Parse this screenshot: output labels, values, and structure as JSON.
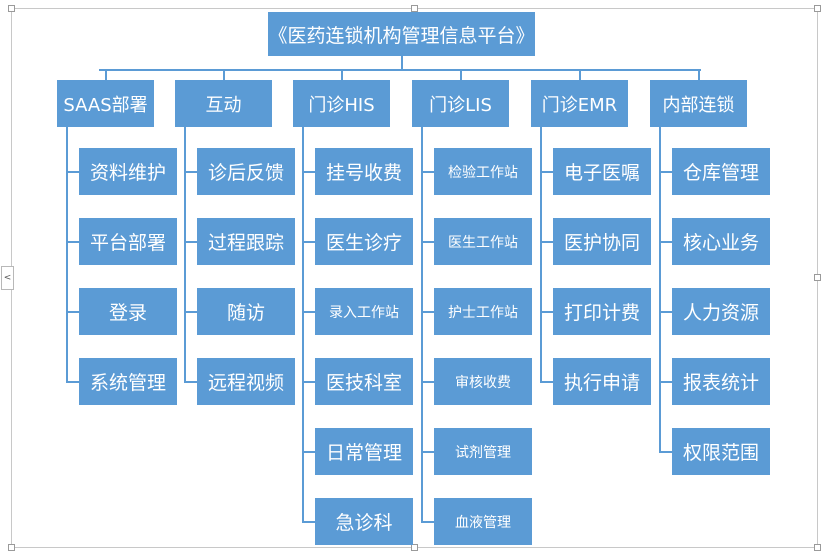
{
  "title": "《医药连锁机构管理信息平台》",
  "columns": [
    {
      "header": "SAAS部署",
      "items": [
        "资料维护",
        "平台部署",
        "登录",
        "系统管理"
      ]
    },
    {
      "header": "互动",
      "items": [
        "诊后反馈",
        "过程跟踪",
        "随访",
        "远程视频"
      ]
    },
    {
      "header": "门诊HIS",
      "items": [
        "挂号收费",
        "医生诊疗",
        "录入工作站",
        "医技科室",
        "日常管理",
        "急诊科"
      ]
    },
    {
      "header": "门诊LIS",
      "items": [
        "检验工作站",
        "医生工作站",
        "护士工作站",
        "审核收费",
        "试剂管理",
        "血液管理"
      ]
    },
    {
      "header": "门诊EMR",
      "items": [
        "电子医嘱",
        "医护协同",
        "打印计费",
        "执行申请"
      ]
    },
    {
      "header": "内部连锁",
      "items": [
        "仓库管理",
        "核心业务",
        "人力资源",
        "报表统计",
        "权限范围"
      ]
    }
  ],
  "colors": {
    "box": "#5b9bd5",
    "text": "#ffffff",
    "line": "#5b9bd5"
  },
  "ui": {
    "collapse_glyph": "<"
  }
}
